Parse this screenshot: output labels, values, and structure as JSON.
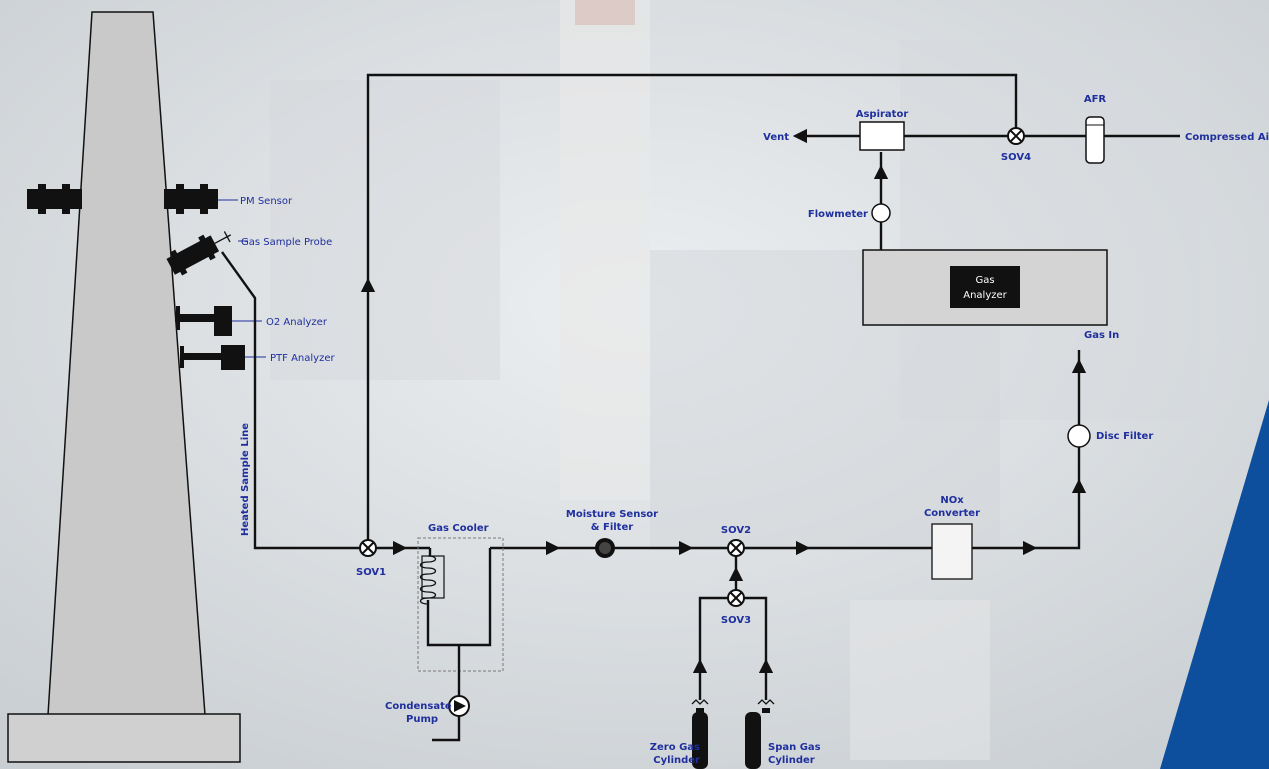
{
  "colors": {
    "label": "#1f2f9e",
    "pipe": "#111111",
    "stack": "#c9c9c9",
    "accent_blue": "#0d4f9c",
    "analyzer_box": "#d4d4d4"
  },
  "labels": {
    "pm_sensor": "PM Sensor",
    "gas_sample_probe": "Gas Sample Probe",
    "o2_analyzer": "O2 Analyzer",
    "ptf_analyzer": "PTF Analyzer",
    "heated_sample_line": "Heated Sample Line",
    "sov1": "SOV1",
    "sov2": "SOV2",
    "sov3": "SOV3",
    "sov4": "SOV4",
    "gas_cooler": "Gas Cooler",
    "condensate_pump": [
      "Condensate",
      "Pump"
    ],
    "moisture_sensor": [
      "Moisture Sensor",
      "& Filter"
    ],
    "nox_converter": [
      "NOx",
      "Converter"
    ],
    "disc_filter": "Disc Filter",
    "gas_in": "Gas In",
    "gas_analyzer": [
      "Gas",
      "Analyzer"
    ],
    "flowmeter": "Flowmeter",
    "aspirator": "Aspirator",
    "vent": "Vent",
    "afr": "AFR",
    "compressed_air": "Compressed Air",
    "zero_gas": [
      "Zero Gas",
      "Cylinder"
    ],
    "span_gas": [
      "Span Gas",
      "Cylinder"
    ]
  }
}
